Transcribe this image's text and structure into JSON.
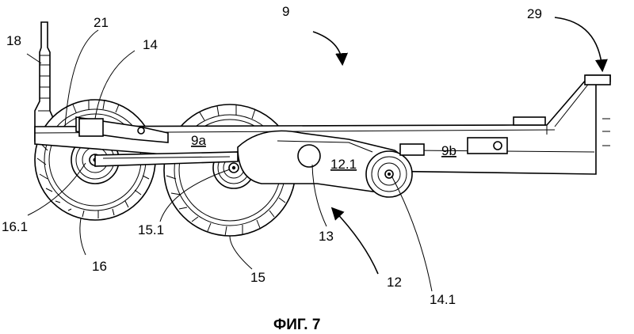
{
  "figure": {
    "caption": "ФИГ. 7",
    "labels": {
      "l9": "9",
      "l29": "29",
      "l18": "18",
      "l21": "21",
      "l14": "14",
      "l9a": "9a",
      "l9b": "9b",
      "l12_1": "12.1",
      "l16_1": "16.1",
      "l16": "16",
      "l15_1": "15.1",
      "l15": "15",
      "l13": "13",
      "l12": "12",
      "l14_1": "14.1"
    }
  }
}
